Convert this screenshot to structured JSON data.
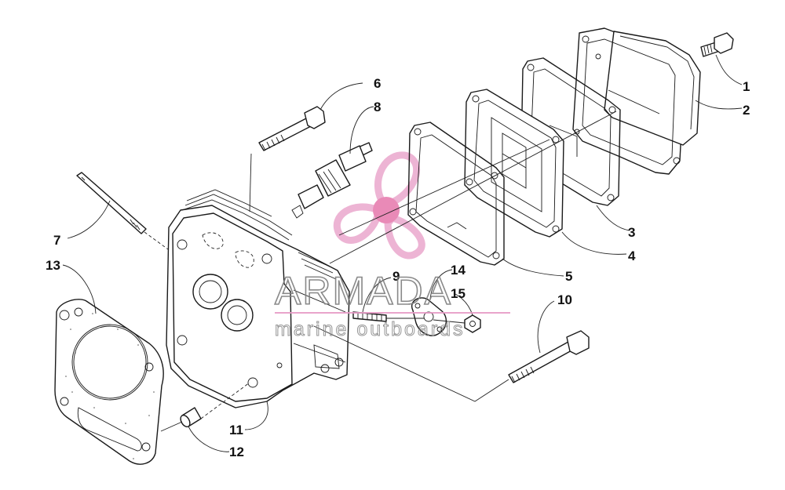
{
  "watermark": {
    "brand": "ARMADA",
    "tagline": "marine outboards",
    "logo_color": "#e79bc6",
    "logo_hub_color": "#e2649f"
  },
  "callouts": [
    "1",
    "2",
    "3",
    "4",
    "5",
    "6",
    "7",
    "8",
    "9",
    "10",
    "11",
    "12",
    "13",
    "14",
    "15"
  ],
  "colors": {
    "line": "#1a1a1a",
    "watermark_text": "#7d7d7d"
  }
}
